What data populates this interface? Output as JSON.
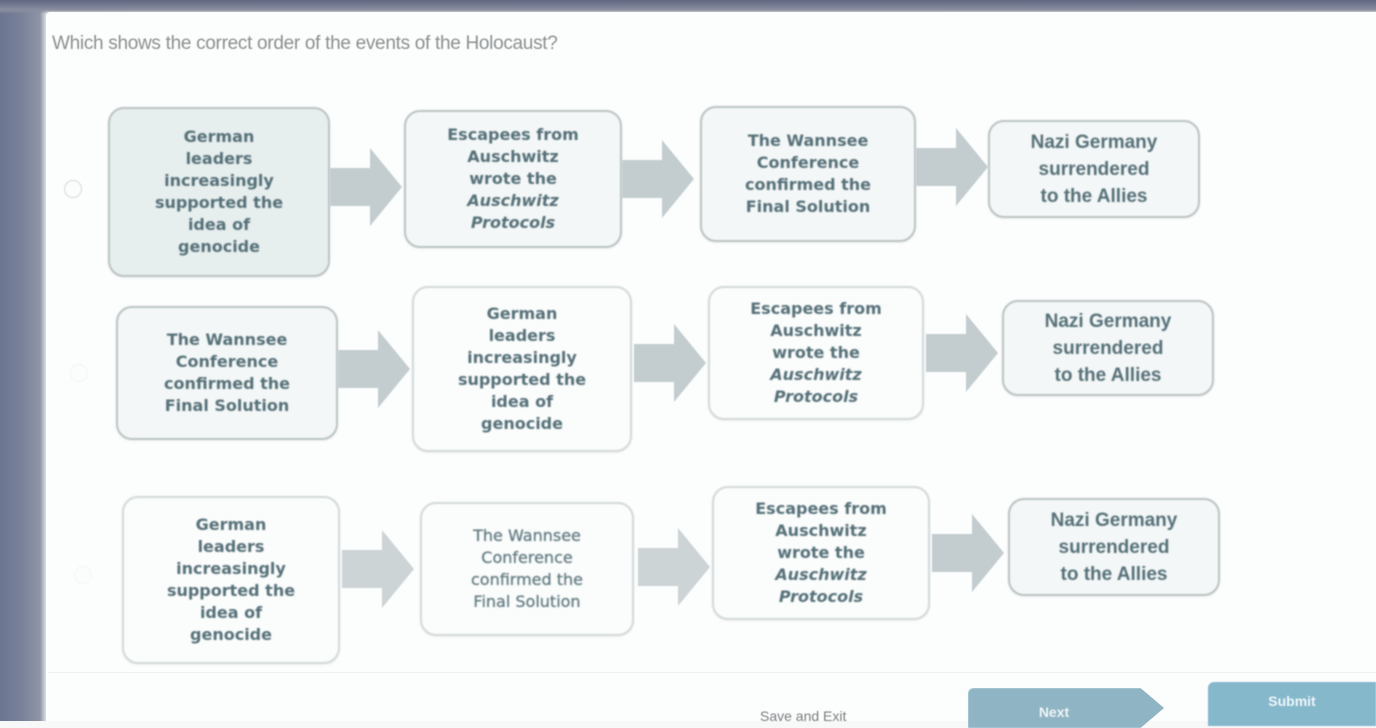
{
  "question": {
    "text": "Which shows the correct order of the events of the Holocaust?"
  },
  "options": [
    {
      "steps": [
        {
          "lines": [
            "German",
            "leaders",
            "increasingly",
            "supported the",
            "idea of",
            "genocide"
          ],
          "italic_lines": []
        },
        {
          "lines": [
            "Escapees from",
            "Auschwitz",
            "wrote the",
            "Auschwitz",
            "Protocols"
          ],
          "italic_lines": [
            3,
            4
          ]
        },
        {
          "lines": [
            "The Wannsee",
            "Conference",
            "confirmed the",
            "Final Solution"
          ],
          "italic_lines": []
        },
        {
          "lines": [
            "Nazi Germany",
            "surrendered",
            "to the Allies"
          ],
          "italic_lines": []
        }
      ]
    },
    {
      "steps": [
        {
          "lines": [
            "The Wannsee",
            "Conference",
            "confirmed the",
            "Final Solution"
          ],
          "italic_lines": []
        },
        {
          "lines": [
            "German",
            "leaders",
            "increasingly",
            "supported the",
            "idea of",
            "genocide"
          ],
          "italic_lines": []
        },
        {
          "lines": [
            "Escapees from",
            "Auschwitz",
            "wrote the",
            "Auschwitz",
            "Protocols"
          ],
          "italic_lines": [
            3,
            4
          ]
        },
        {
          "lines": [
            "Nazi Germany",
            "surrendered",
            "to the Allies"
          ],
          "italic_lines": []
        }
      ]
    },
    {
      "steps": [
        {
          "lines": [
            "German",
            "leaders",
            "increasingly",
            "supported the",
            "idea of",
            "genocide"
          ],
          "italic_lines": []
        },
        {
          "lines": [
            "The Wannsee",
            "Conference",
            "confirmed the",
            "Final Solution"
          ],
          "italic_lines": []
        },
        {
          "lines": [
            "Escapees from",
            "Auschwitz",
            "wrote the",
            "Auschwitz",
            "Protocols"
          ],
          "italic_lines": [
            3,
            4
          ]
        },
        {
          "lines": [
            "Nazi Germany",
            "surrendered",
            "to the Allies"
          ],
          "italic_lines": []
        }
      ]
    }
  ],
  "footer": {
    "save_exit_label": "Save and Exit",
    "next_label": "Next",
    "submit_label": "Submit"
  },
  "icons": {
    "radio": "radio-circle",
    "arrow": "right-block-arrow"
  },
  "colors": {
    "box_text": "#557078",
    "box_border": "#b9c2c2",
    "arrow_fill": "#c3cdd0",
    "next_button": "#8fb4c4",
    "submit_button": "#86b8cc"
  }
}
